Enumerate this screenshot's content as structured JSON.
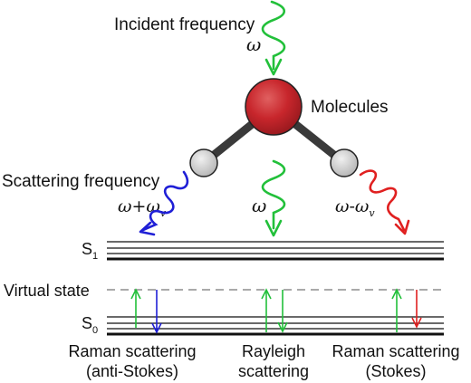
{
  "title": {
    "incident": "Incident frequency",
    "scattering": "Scattering frequency",
    "molecules": "Molecules"
  },
  "symbols": {
    "omega": "ω",
    "plus_sign": "+",
    "minus_sign": "-",
    "sub_v": "v",
    "s": "S",
    "sub_1": "1",
    "sub_0": "0"
  },
  "states": {
    "virtual": "Virtual state"
  },
  "captions": {
    "anti_stokes_line1": "Raman scattering",
    "anti_stokes_line2": "(anti-Stokes)",
    "rayleigh_line1": "Rayleigh",
    "rayleigh_line2": "scattering",
    "stokes_line1": "Raman scattering",
    "stokes_line2": "(Stokes)"
  },
  "colors": {
    "green": "#22c03a",
    "blue": "#1f1fd6",
    "red": "#e02020",
    "atom_red": "#c8262c",
    "atom_grey": "#cfcfcf",
    "bond": "#3a3a3a",
    "line": "#111111",
    "dash": "#777777"
  }
}
